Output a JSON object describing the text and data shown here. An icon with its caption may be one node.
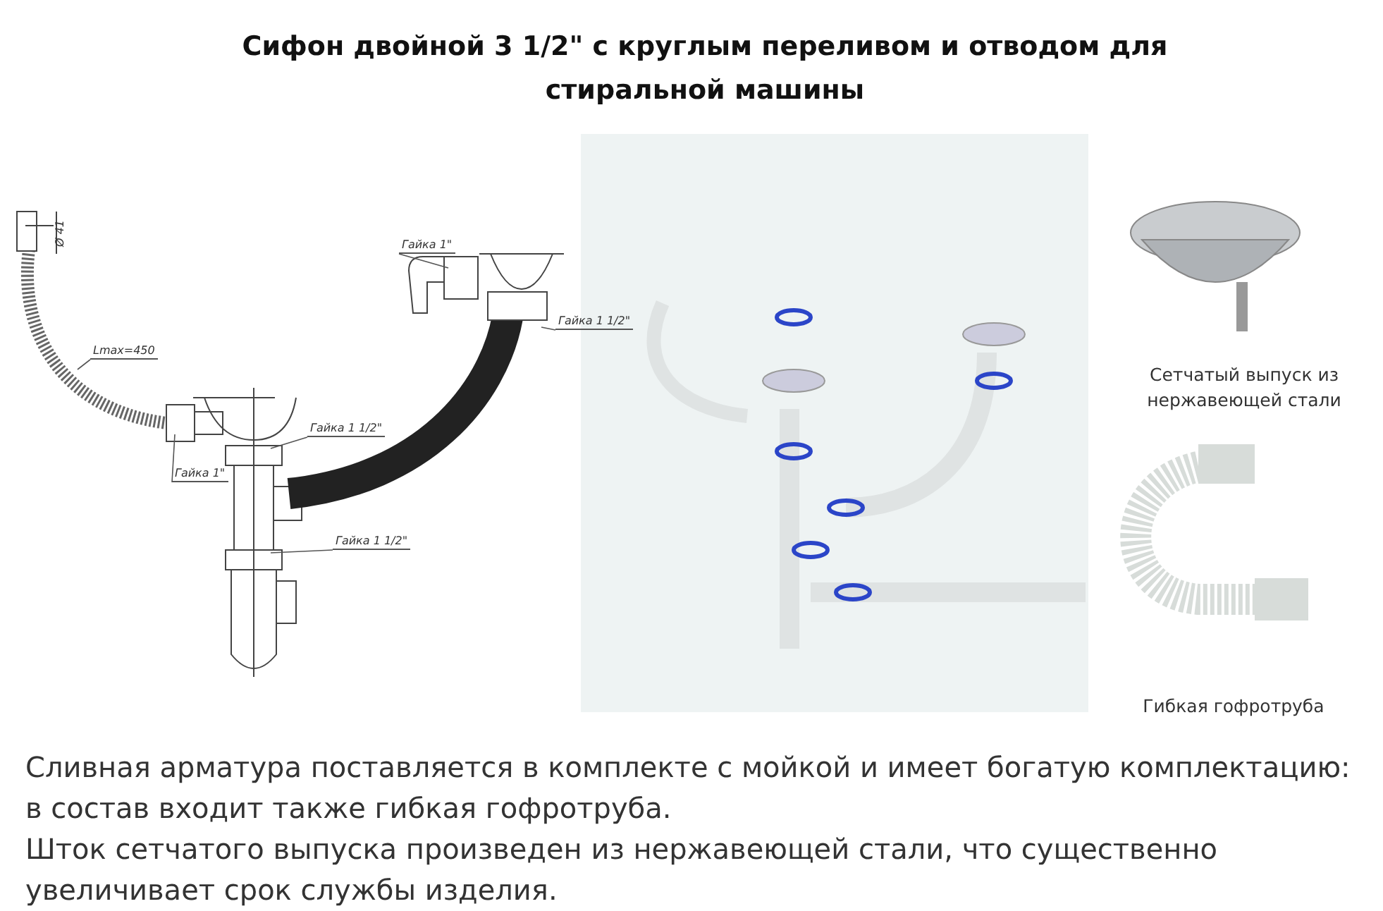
{
  "diagram": {
    "title": "Сифон двойной 3 1/2\" с круглым переливом и отводом для стиральной машины",
    "nodes": [
      {
        "text": [
          "Гайка 1\""
        ]
      },
      {
        "text": [
          "Lmax=450"
        ]
      },
      {
        "text": [
          "Гайка 1 1/2\""
        ]
      },
      {
        "text": [
          "Гайка 1 1/2\""
        ]
      },
      {
        "text": [
          "Гайка 1\""
        ]
      },
      {
        "text": [
          "Гайка 1 1/2\""
        ]
      }
    ],
    "edges": [
      {
        "from": 0,
        "to": null,
        "arrow": "none"
      },
      {
        "from": 1,
        "to": null,
        "arrow": "none"
      },
      {
        "from": 2,
        "to": null,
        "arrow": "none"
      },
      {
        "from": 3,
        "to": null,
        "arrow": "none"
      },
      {
        "from": 4,
        "to": null,
        "arrow": "none"
      },
      {
        "from": 5,
        "to": null,
        "arrow": "none"
      }
    ],
    "labels": [
      "Ø 41",
      "Сетчатый выпуск из нержавеющей стали",
      "Гибкая гофротруба",
      "Сливная арматура поставляется в комплекте с мойкой и имеет богатую комплектацию: в состав входит также гибкая гофротруба.",
      "Шток сетчатого выпуска произведен из нержавеющей стали, что существенно увеличивает срок службы изделия."
    ]
  }
}
